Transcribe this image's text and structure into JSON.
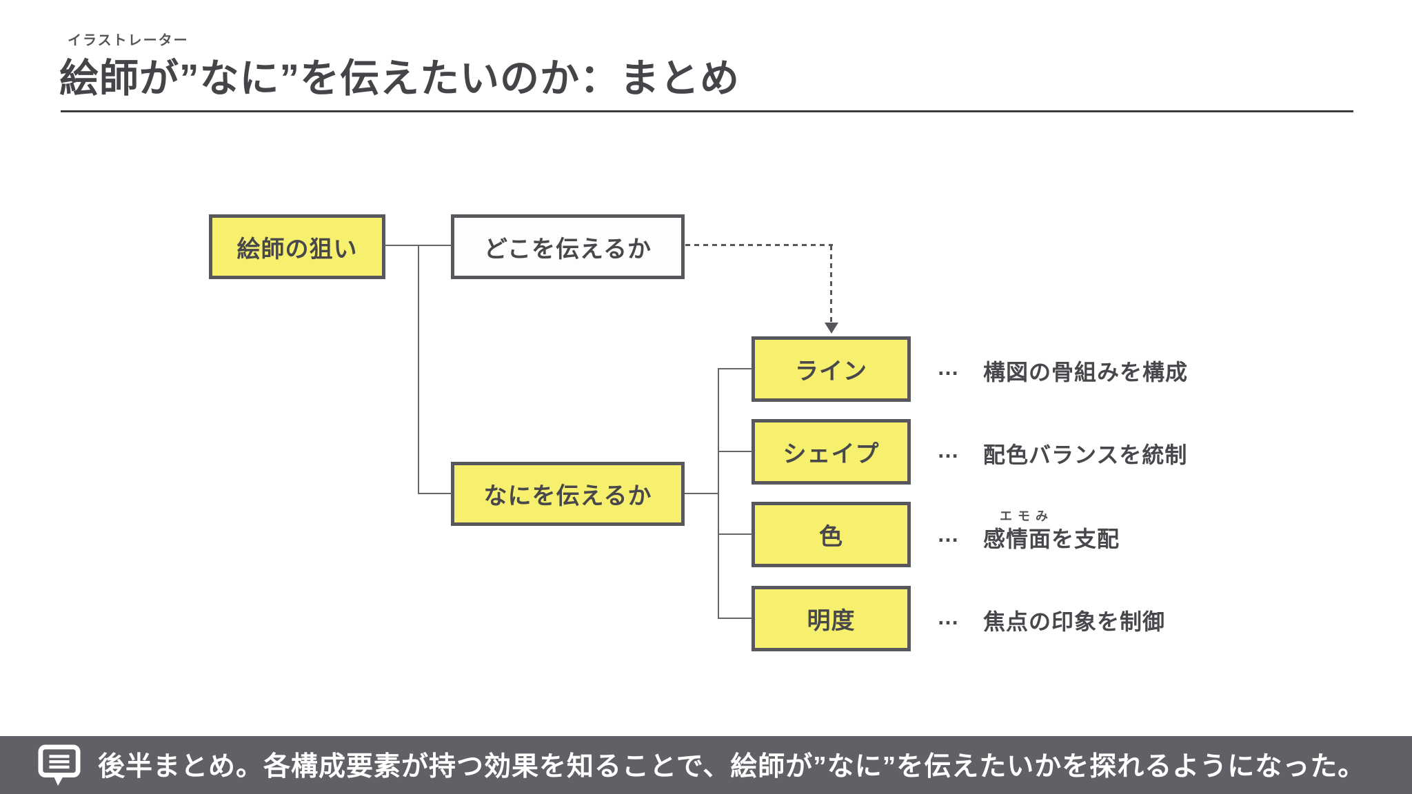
{
  "header": {
    "ruby": "イラストレーター",
    "title": "絵師が”なに”を伝えたいのか：まとめ"
  },
  "diagram": {
    "root_label": "絵師の狙い",
    "where_label": "どこを伝えるか",
    "what_label": "なにを伝えるか",
    "elements": [
      {
        "label": "ライン",
        "ellipsis": "…",
        "desc": "構図の骨組みを構成",
        "ruby": ""
      },
      {
        "label": "シェイプ",
        "ellipsis": "…",
        "desc": "配色バランスを統制",
        "ruby": ""
      },
      {
        "label": "色",
        "ellipsis": "…",
        "desc": "感情面を支配",
        "ruby": "エモみ"
      },
      {
        "label": "明度",
        "ellipsis": "…",
        "desc": "焦点の印象を制御",
        "ruby": ""
      }
    ]
  },
  "footer": {
    "icon": "comment-icon",
    "text": "後半まとめ。各構成要素が持つ効果を知ることで、絵師が”なに”を伝えたいかを探れるようになった。"
  },
  "colors": {
    "yellow": "#F7F06E",
    "box-border": "#57575C",
    "line": "#666666",
    "ink": "#47474C",
    "bar": "#626066",
    "bar-text": "#FFFFFF",
    "rule": "#3A3A3A",
    "dash": "#55555A"
  }
}
